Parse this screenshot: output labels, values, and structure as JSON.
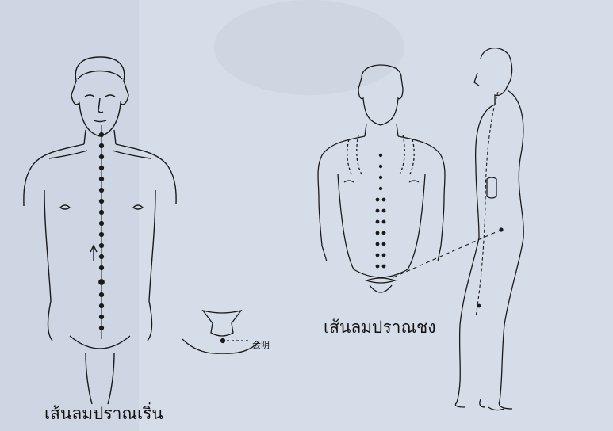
{
  "captions": {
    "left_figure": "เส้นลมปราณเริ่น",
    "middle_figure": "เส้นลมปราณชง",
    "perineum_point": "会阴"
  },
  "colors": {
    "paper": "#d5dde8",
    "ink": "#1a1a1a"
  }
}
